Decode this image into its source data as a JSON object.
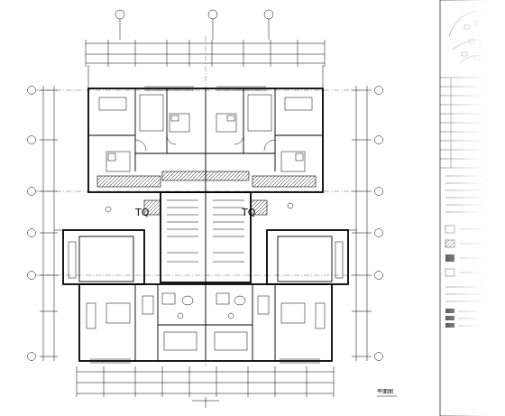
{
  "drawing": {
    "tq_marks": [
      "TQ",
      "TQ"
    ],
    "scale_caption": "平面图",
    "grid_bubbles_top": [
      "",
      "",
      ""
    ],
    "grid_bubbles_left": [
      "",
      "",
      "",
      "",
      "",
      ""
    ],
    "grid_bubbles_right": [
      "",
      "",
      "",
      "",
      "",
      ""
    ]
  }
}
